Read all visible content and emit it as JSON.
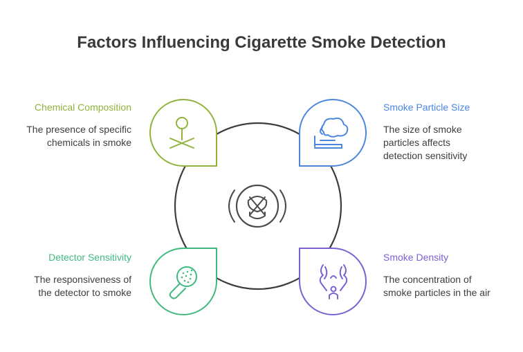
{
  "title": "Factors Influencing Cigarette Smoke Detection",
  "factors": [
    {
      "id": "chemical",
      "title": "Chemical Composition",
      "description": "The presence of specific\nchemicals in smoke",
      "color": "#8fb33b",
      "icon": "chemical-poison-icon"
    },
    {
      "id": "particle",
      "title": "Smoke Particle Size",
      "description": "The size of smoke\nparticles affects\ndetection sensitivity",
      "color": "#4a86e0",
      "icon": "smoke-bed-icon"
    },
    {
      "id": "sensitivity",
      "title": "Detector Sensitivity",
      "description": "The responsiveness of\nthe detector to smoke",
      "color": "#3fba7e",
      "icon": "magnifier-icon"
    },
    {
      "id": "density",
      "title": "Smoke Density",
      "description": "The concentration of\nsmoke particles in the air",
      "color": "#7b5fd4",
      "icon": "dense-smoke-person-icon"
    }
  ],
  "center_icon": "smoke-detector-alarm-icon"
}
